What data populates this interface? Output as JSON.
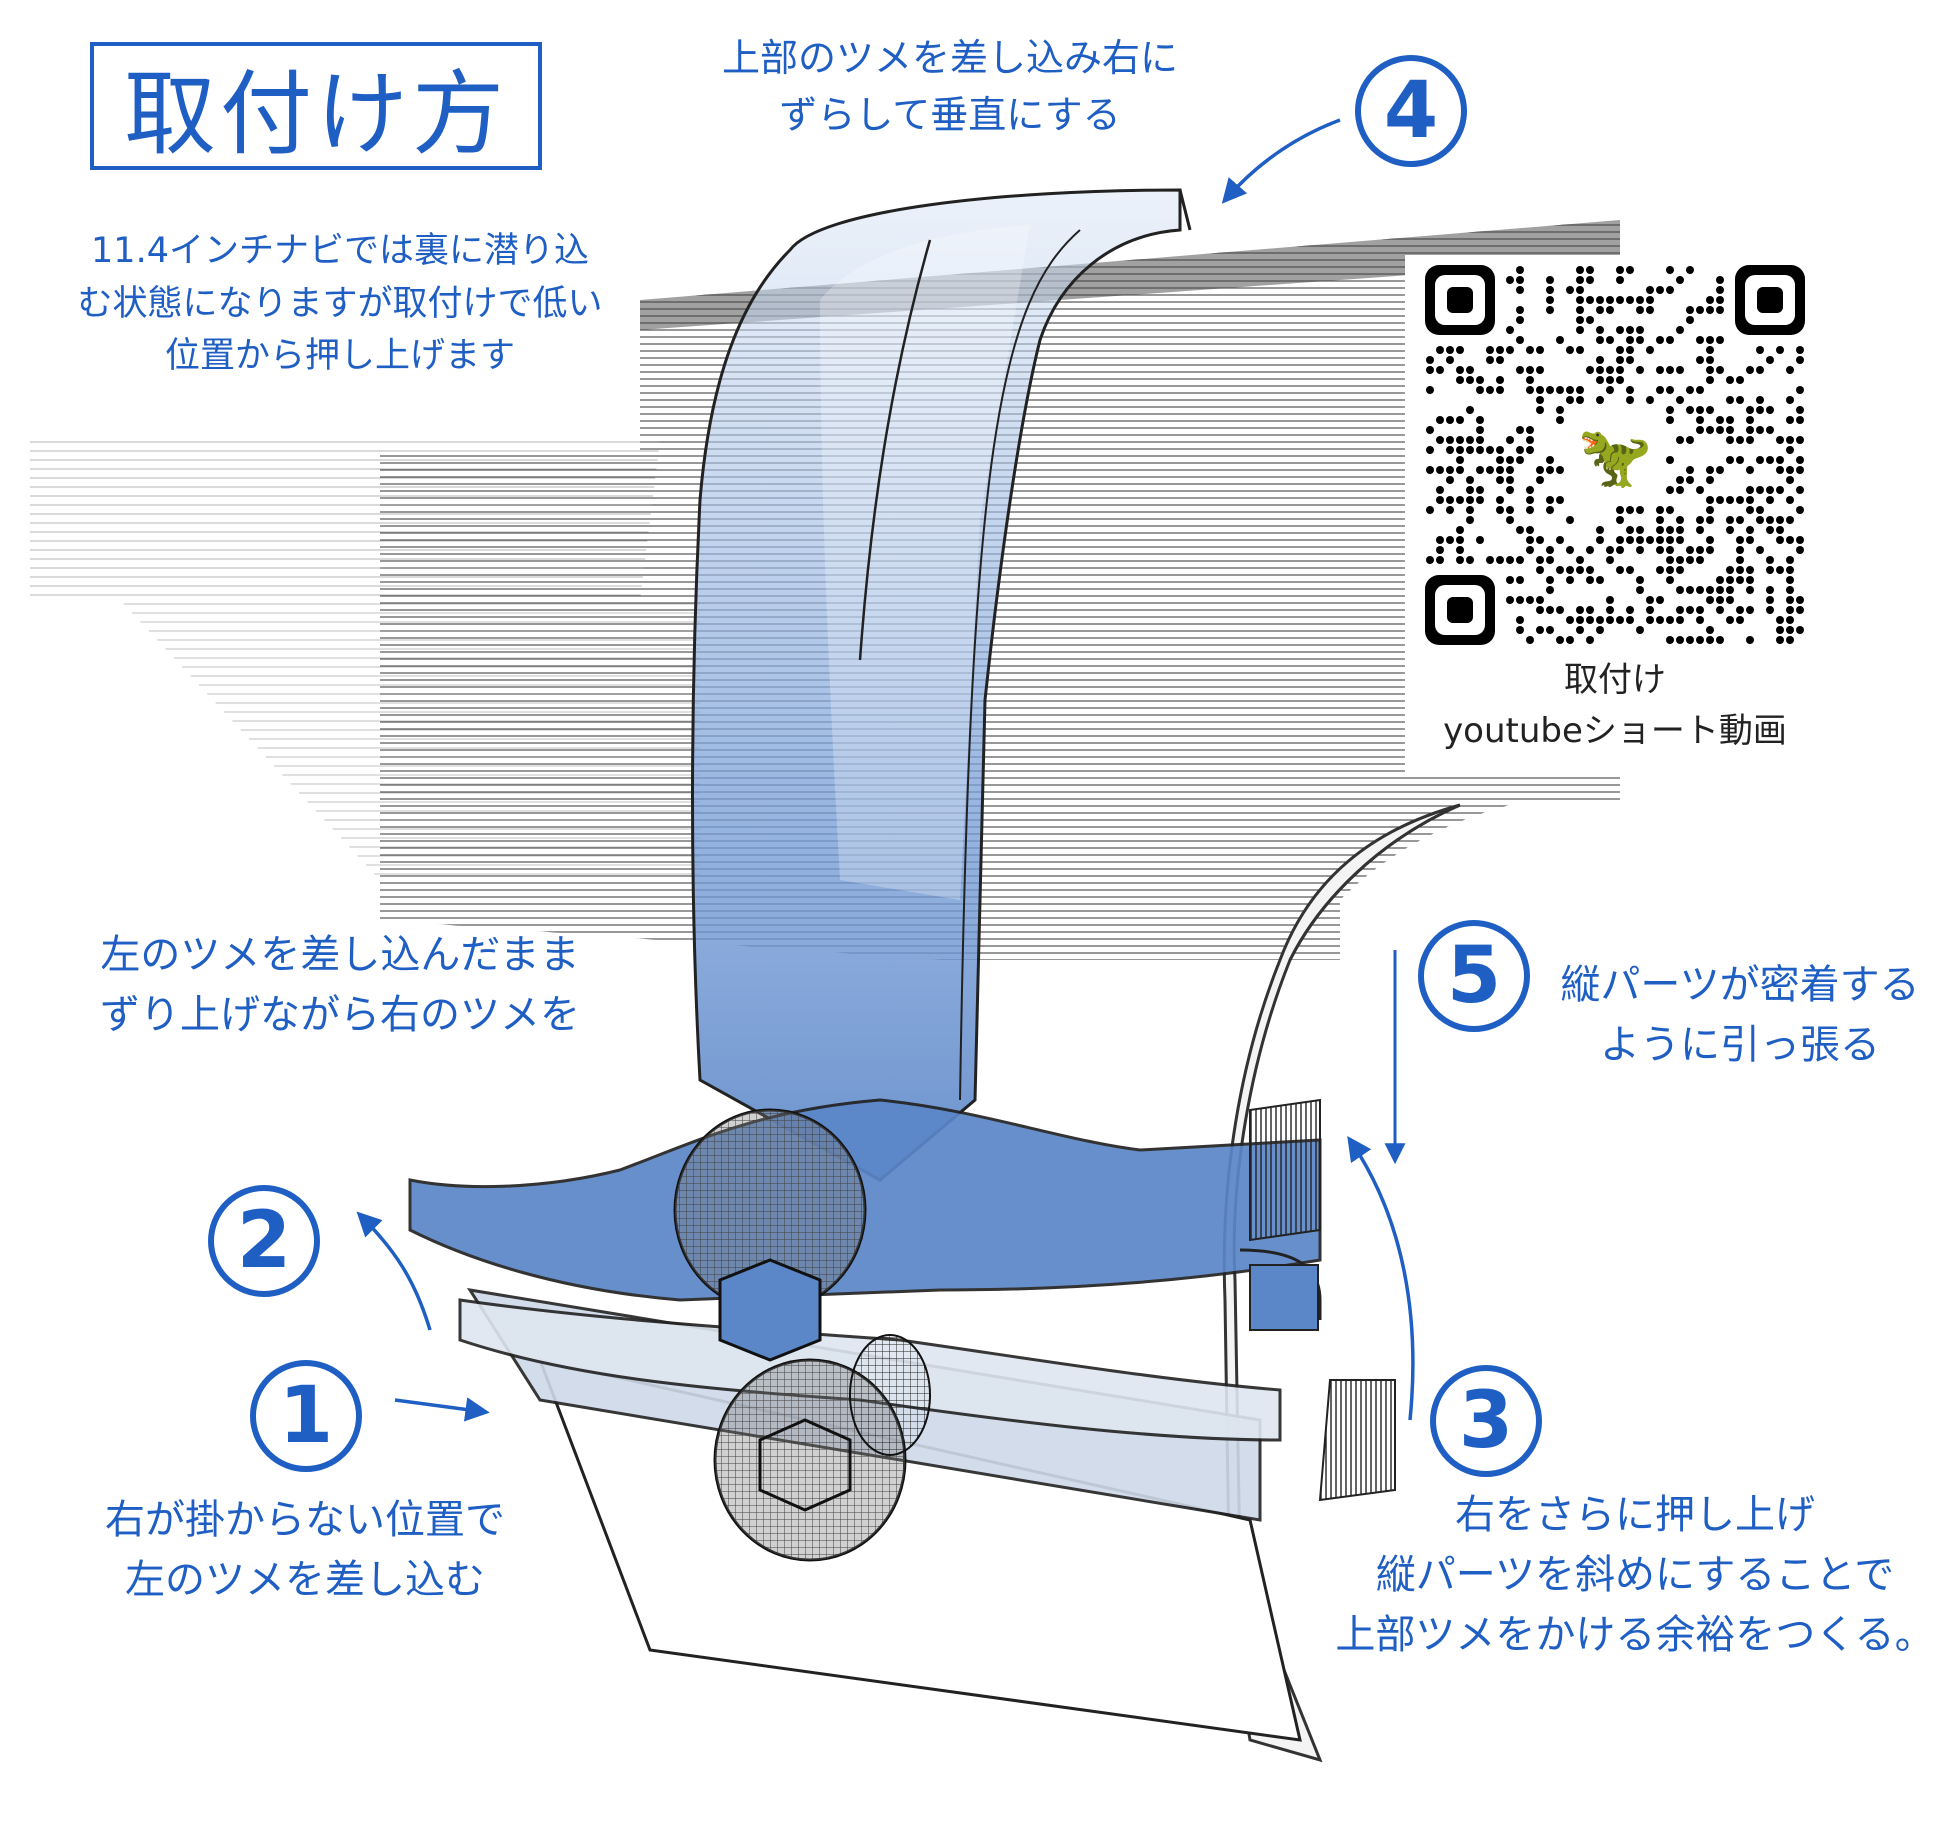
{
  "title": "取付け方",
  "notes": {
    "step4_instruction": [
      "上部のツメを差し込み右に",
      "ずらして垂直にする"
    ],
    "tip_11_4": [
      "11.4インチナビでは裏に潜り込",
      "む状態になりますが取付けで低い",
      "位置から押し上げます"
    ],
    "step2_instruction": [
      "左のツメを差し込んだまま",
      "ずり上げながら右のツメを"
    ],
    "step1_instruction": [
      "右が掛からない位置で",
      "左のツメを差し込む"
    ],
    "step5_instruction": [
      "縦パーツが密着する",
      "ように引っ張る"
    ],
    "step3_instruction": [
      "右をさらに押し上げ",
      "縦パーツを斜めにすることで",
      "上部ツメをかける余裕をつくる。"
    ]
  },
  "step_numbers": {
    "one": "1",
    "two": "2",
    "three": "3",
    "four": "4",
    "five": "5"
  },
  "qr": {
    "caption_line1": "取付け",
    "caption_line2": "youtubeショート動画",
    "icon": "dinosaur-icon"
  },
  "colors": {
    "accent": "#1f5fc4",
    "part_blue": "#5b86c8",
    "line_gray": "#333333"
  }
}
